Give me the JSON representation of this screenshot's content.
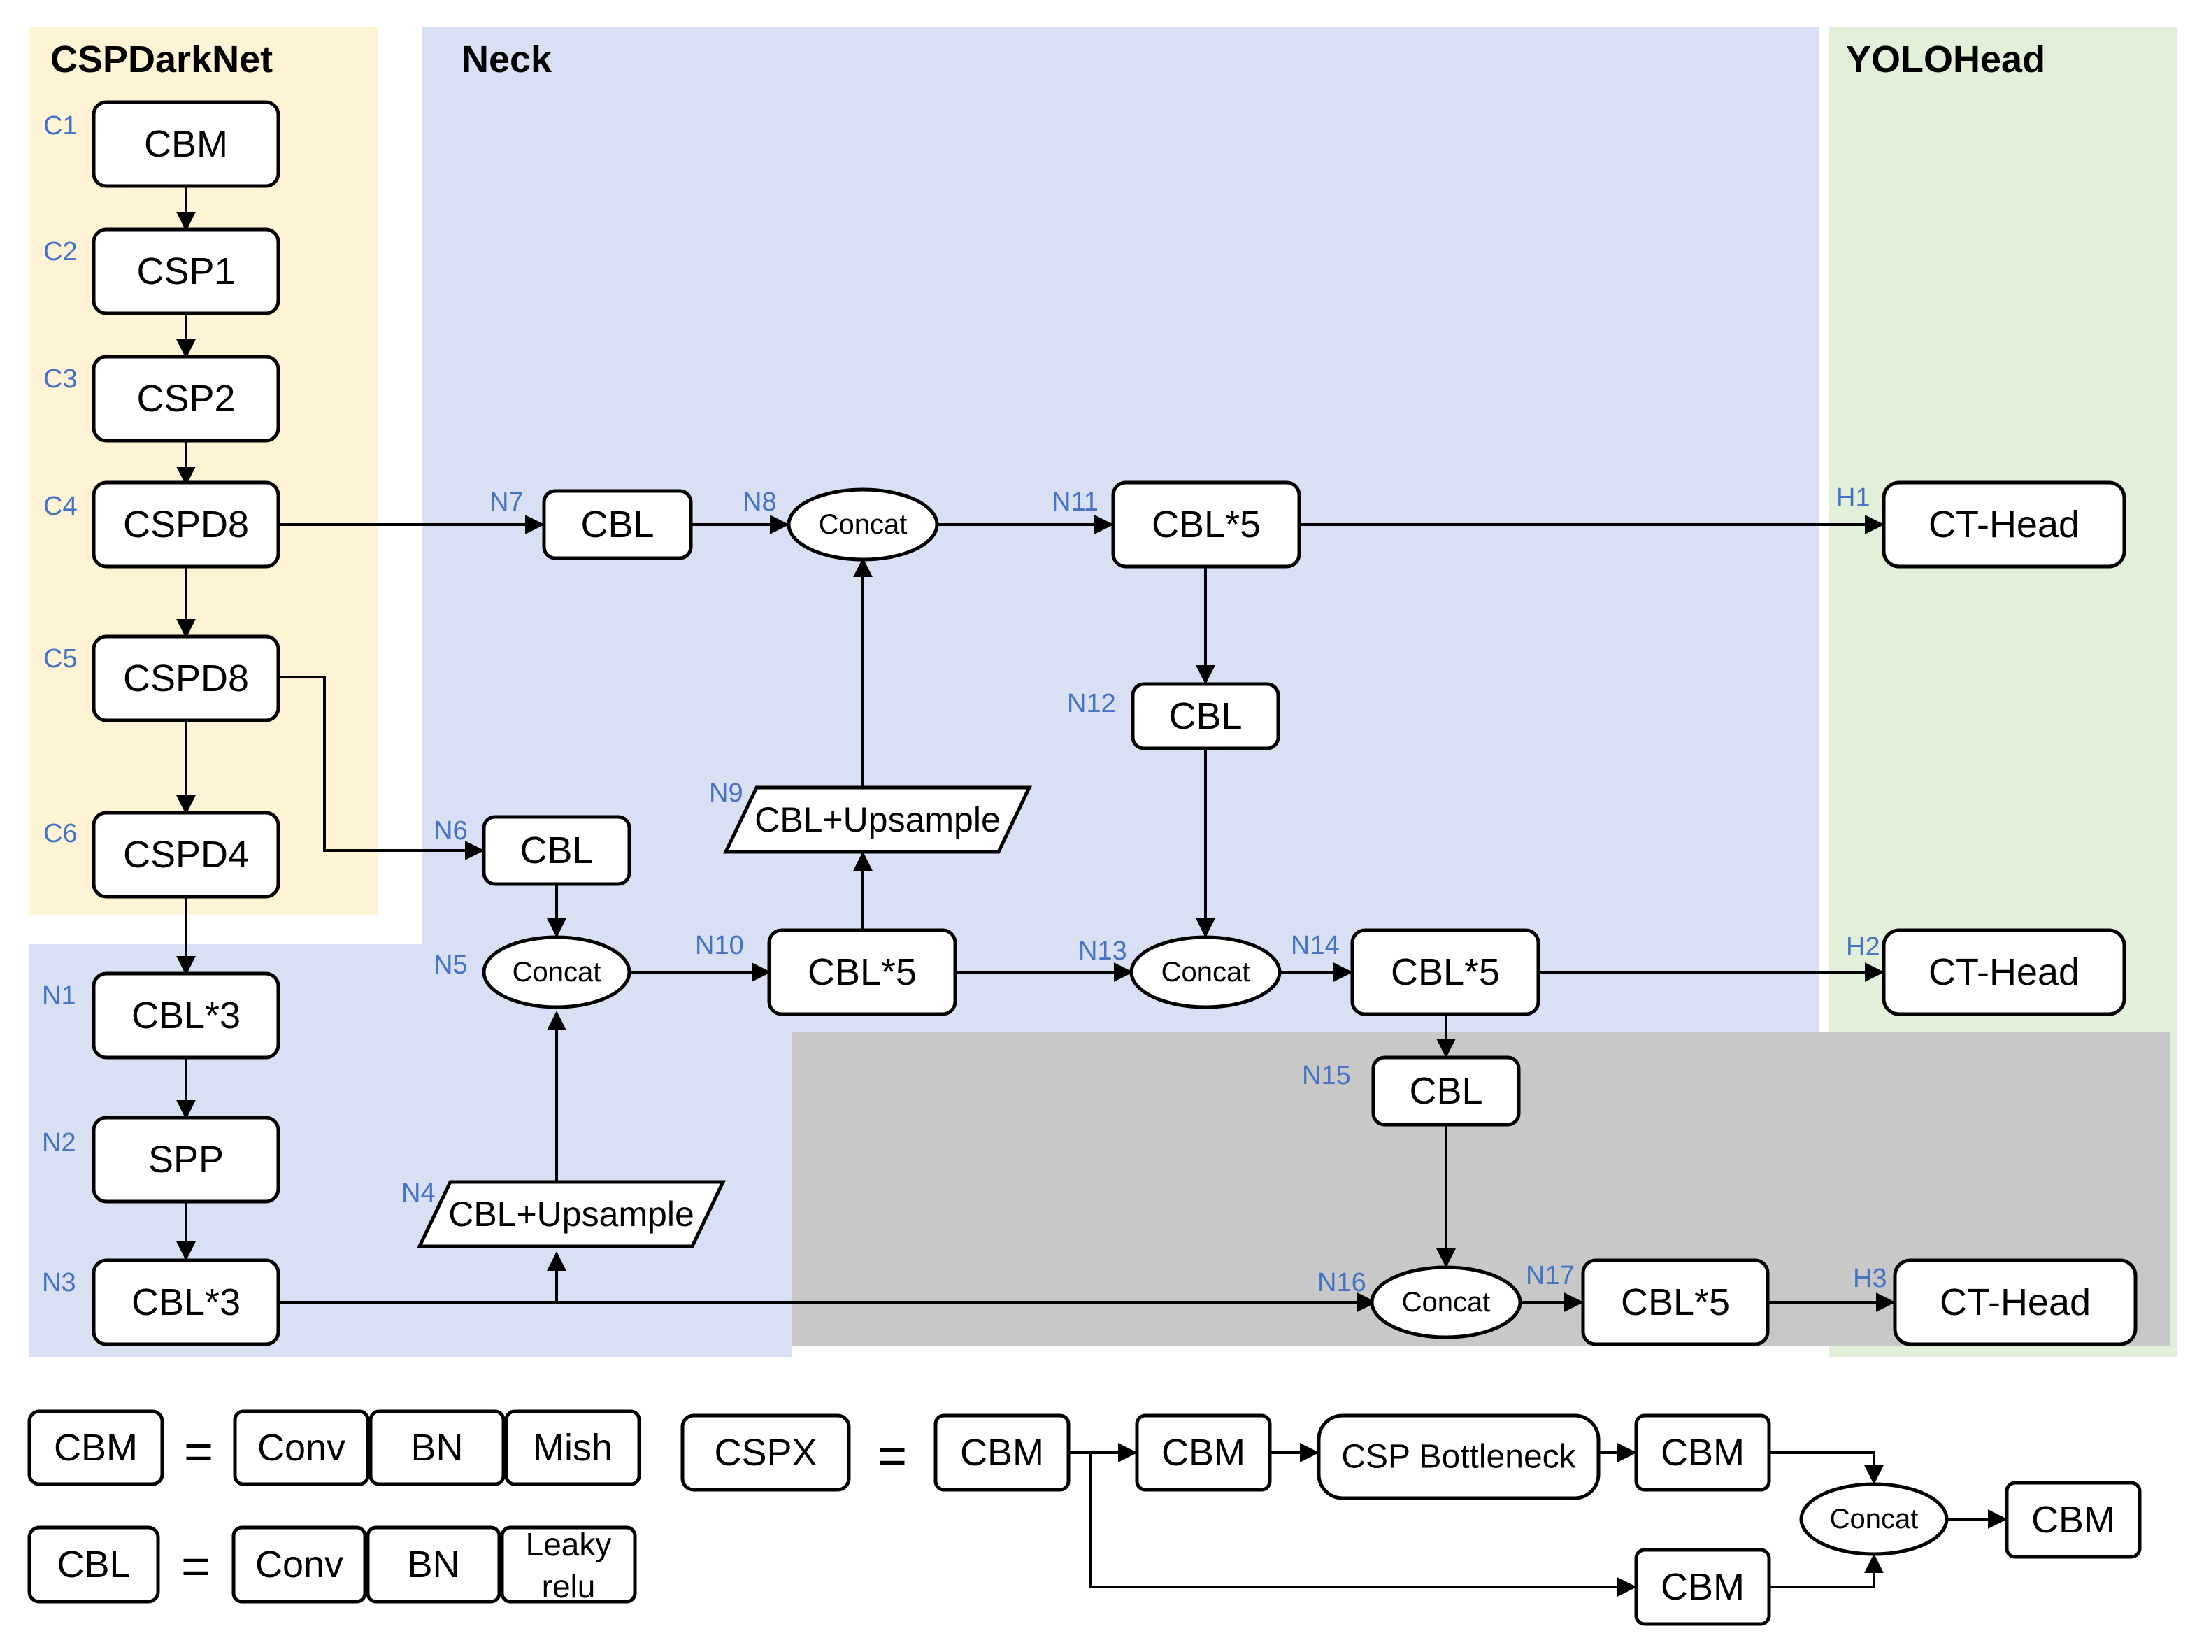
{
  "panels": {
    "backbone": "CSPDarkNet",
    "neck": "Neck",
    "head": "YOLOHead"
  },
  "colors": {
    "backbone_bg": "#fff3d6",
    "neck_bg": "#dae0f3",
    "head_bg": "#e2efd9",
    "gray_bg": "#c8c8c8",
    "id_label": "#4472c4"
  },
  "nodes": {
    "c1": {
      "id": "C1",
      "label": "CBM"
    },
    "c2": {
      "id": "C2",
      "label": "CSP1"
    },
    "c3": {
      "id": "C3",
      "label": "CSP2"
    },
    "c4": {
      "id": "C4",
      "label": "CSPD8"
    },
    "c5": {
      "id": "C5",
      "label": "CSPD8"
    },
    "c6": {
      "id": "C6",
      "label": "CSPD4"
    },
    "n1": {
      "id": "N1",
      "label": "CBL*3"
    },
    "n2": {
      "id": "N2",
      "label": "SPP"
    },
    "n3": {
      "id": "N3",
      "label": "CBL*3"
    },
    "n4": {
      "id": "N4",
      "label": "CBL+Upsample"
    },
    "n5": {
      "id": "N5",
      "label": "Concat"
    },
    "n6": {
      "id": "N6",
      "label": "CBL"
    },
    "n7": {
      "id": "N7",
      "label": "CBL"
    },
    "n8": {
      "id": "N8",
      "label": "Concat"
    },
    "n9": {
      "id": "N9",
      "label": "CBL+Upsample"
    },
    "n10": {
      "id": "N10",
      "label": "CBL*5"
    },
    "n11": {
      "id": "N11",
      "label": "CBL*5"
    },
    "n12": {
      "id": "N12",
      "label": "CBL"
    },
    "n13": {
      "id": "N13",
      "label": "Concat"
    },
    "n14": {
      "id": "N14",
      "label": "CBL*5"
    },
    "n15": {
      "id": "N15",
      "label": "CBL"
    },
    "n16": {
      "id": "N16",
      "label": "Concat"
    },
    "n17": {
      "id": "N17",
      "label": "CBL*5"
    },
    "h1": {
      "id": "H1",
      "label": "CT-Head"
    },
    "h2": {
      "id": "H2",
      "label": "CT-Head"
    },
    "h3": {
      "id": "H3",
      "label": "CT-Head"
    }
  },
  "legend": {
    "cbm": {
      "name": "CBM",
      "eq": "=",
      "parts": [
        "Conv",
        "BN",
        "Mish"
      ]
    },
    "cbl": {
      "name": "CBL",
      "eq": "=",
      "parts": [
        "Conv",
        "BN",
        "Leaky",
        "relu"
      ]
    },
    "cspx": {
      "name": "CSPX",
      "eq": "=",
      "cbm1": "CBM",
      "cbm2": "CBM",
      "bottleneck": "CSP Bottleneck",
      "cbm3": "CBM",
      "cbm4": "CBM",
      "concat": "Concat",
      "cbm_out": "CBM"
    }
  }
}
